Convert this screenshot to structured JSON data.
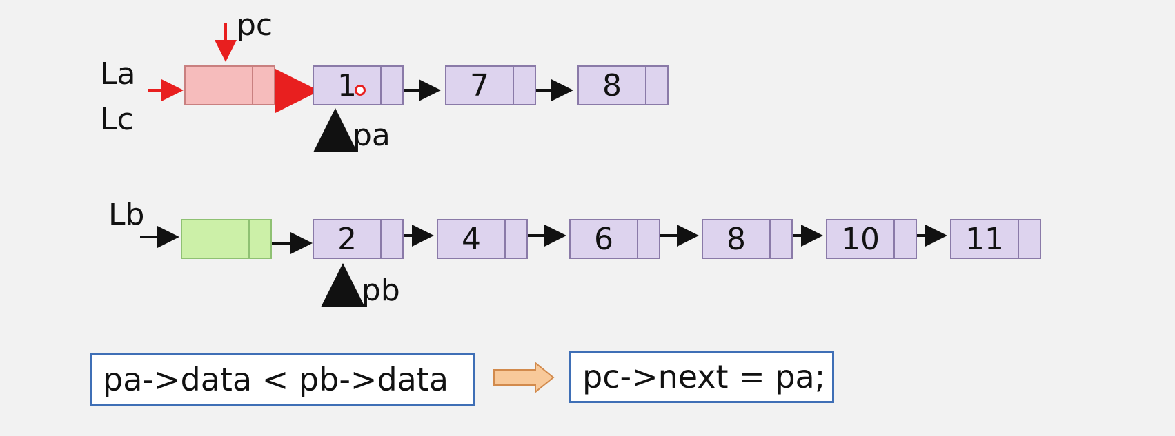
{
  "labels": {
    "la": "La",
    "lc": "Lc",
    "lb": "Lb",
    "pc": "pc",
    "pa": "pa",
    "pb": "pb"
  },
  "list_a": {
    "head_value": "",
    "nodes": [
      "1",
      "7",
      "8"
    ]
  },
  "list_b": {
    "head_value": "",
    "nodes": [
      "2",
      "4",
      "6",
      "8",
      "10",
      "11"
    ]
  },
  "condition": {
    "text": "pa->data < pb->data"
  },
  "action": {
    "text": "pc->next = pa;"
  },
  "colors": {
    "highlight_red": "#e81f1f",
    "node_purple": "#ddd3ee",
    "head_red": "#f6bcbc",
    "head_green": "#ccf0a8",
    "box_border": "#3f6fb6",
    "transition_arrow": "#f8c99a"
  }
}
